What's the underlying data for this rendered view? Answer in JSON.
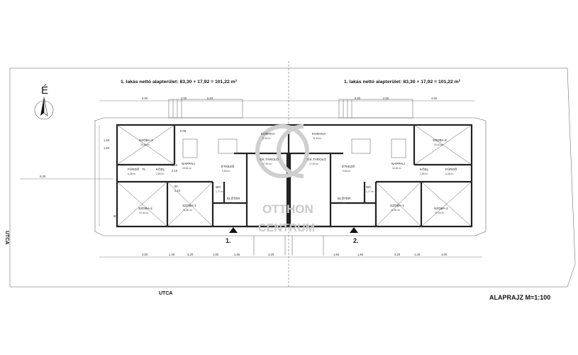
{
  "header": {
    "unit1_area": "1. lakás nettó alapterület:  83,30 + 17,92 = 101,22 m²",
    "unit2_area": "1. lakás nettó alapterület:  83,30 + 17,92 = 101,22 m²"
  },
  "north_label": "É",
  "street_label_bottom": "UTCA",
  "street_label_left": "UTCA",
  "plan_title": "ALAPRAJZ  M=1:100",
  "watermark": {
    "line1": "OTTHON",
    "line2": "CENTRUM"
  },
  "unit_numbers": [
    "1.",
    "2."
  ],
  "unit1": {
    "rooms": [
      {
        "name": "SZOBA-3",
        "area": "15,40 m²"
      },
      {
        "name": "NAPPALI",
        "area": "16,81 m²"
      },
      {
        "name": "KONYHA",
        "area": "8,40 m²"
      },
      {
        "name": "ÉTKEZŐ",
        "area": "9,84 m²"
      },
      {
        "name": "FÜRDŐ",
        "area": "6,08 m²"
      },
      {
        "name": "KÖZL.",
        "area": "2,85 m²"
      },
      {
        "name": "GK.TÁROLÓ",
        "area": "17,92 m²"
      },
      {
        "name": "SZOBA-2",
        "area": "10,04 m²"
      },
      {
        "name": "SZOBA-1",
        "area": "11,55 m²"
      },
      {
        "name": "WC",
        "area": "1,77 m²"
      },
      {
        "name": "ELŐTÉR",
        "area": "5,03 m²"
      }
    ]
  },
  "unit2": {
    "rooms": [
      {
        "name": "KONYHA",
        "area": "8,40 m²"
      },
      {
        "name": "GK.TÁROLÓ",
        "area": "17,92 m²"
      },
      {
        "name": "ÉTKEZŐ",
        "area": "9,84 m²"
      },
      {
        "name": "NAPPALI",
        "area": "16,81 m²"
      },
      {
        "name": "SZOBA-3",
        "area": "15,40 m²"
      },
      {
        "name": "KÖZL.",
        "area": "2,85 m²"
      },
      {
        "name": "FÜRDŐ",
        "area": "6,08 m²"
      },
      {
        "name": "WC",
        "area": "1,77 m²"
      },
      {
        "name": "ELŐTÉR",
        "area": "5,03 m²"
      },
      {
        "name": "SZOBA-1",
        "area": "11,55 m²"
      },
      {
        "name": "SZOBA-2",
        "area": "10,04 m²"
      }
    ]
  },
  "dims": {
    "top": [
      "4,00",
      "2,50",
      "6,50",
      "6,50",
      "2,50",
      "4,00"
    ],
    "bottom": [
      "4,00",
      "1,40",
      "3,20",
      "1,60",
      "1,80",
      "3,20",
      "1,60",
      "1,80",
      "3,20",
      "1,40",
      "4,00"
    ],
    "left": [
      "1,50",
      "1,50",
      "5,30"
    ],
    "misc": [
      "0,08",
      "1,10",
      "2,10",
      "90",
      "75",
      "2,10",
      "90"
    ]
  }
}
